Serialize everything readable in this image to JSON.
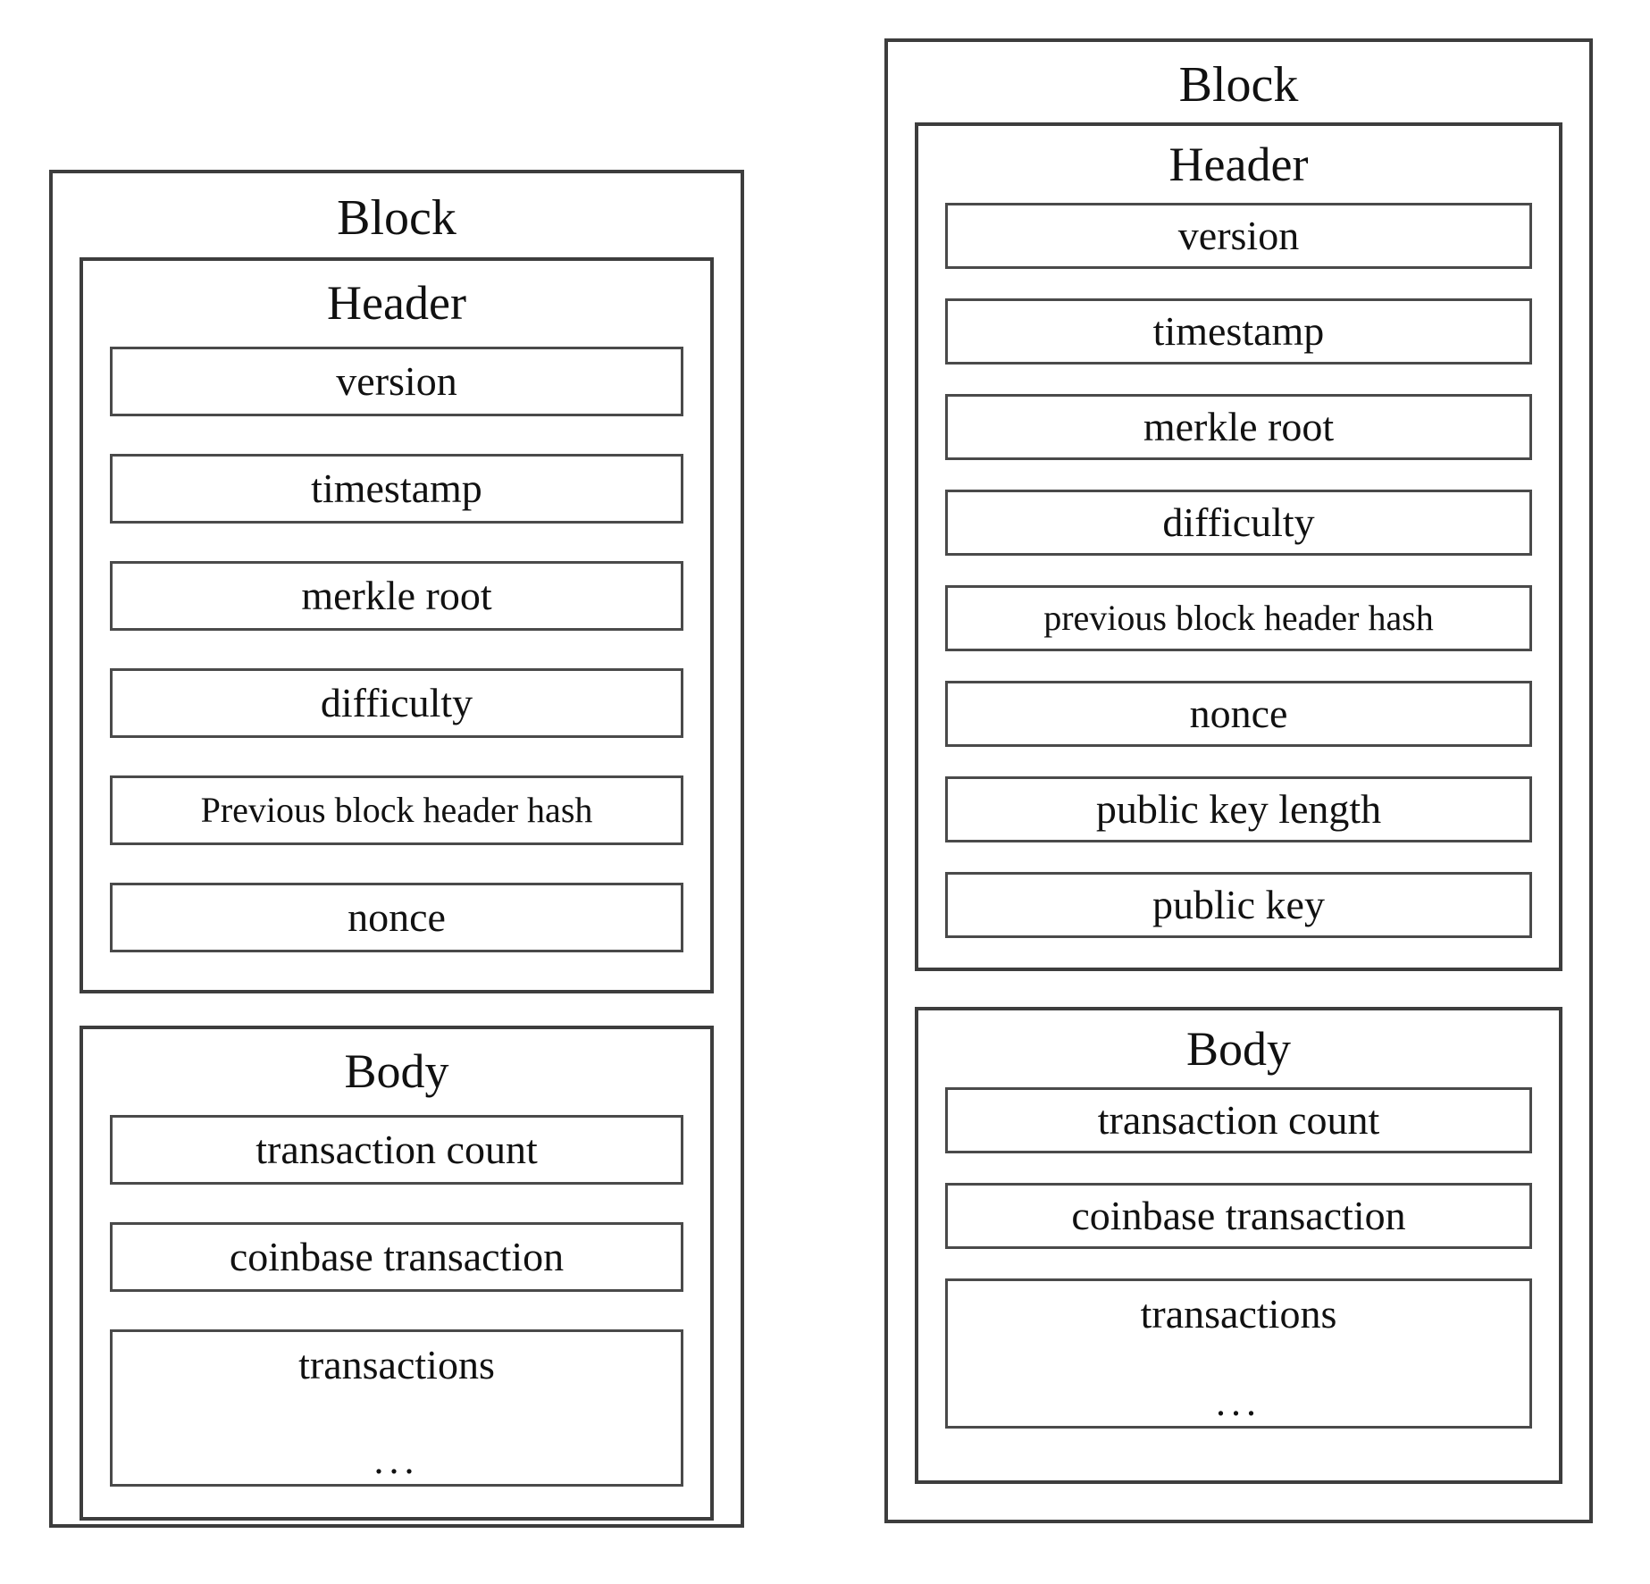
{
  "colors": {
    "background": "#ffffff",
    "border": "#3d3d3d",
    "text": "#111111"
  },
  "diagrams": [
    {
      "title": "Block",
      "header": {
        "title": "Header",
        "fields": [
          "version",
          "timestamp",
          "merkle root",
          "difficulty",
          "Previous block header hash",
          "nonce"
        ]
      },
      "body": {
        "title": "Body",
        "fields": [
          "transaction count",
          "coinbase transaction"
        ],
        "tall_field": {
          "label": "transactions",
          "ellipsis": "..."
        }
      }
    },
    {
      "title": "Block",
      "header": {
        "title": "Header",
        "fields": [
          "version",
          "timestamp",
          "merkle root",
          "difficulty",
          "previous block header hash",
          "nonce",
          "public key length",
          "public key"
        ]
      },
      "body": {
        "title": "Body",
        "fields": [
          "transaction count",
          "coinbase transaction"
        ],
        "tall_field": {
          "label": "transactions",
          "ellipsis": "..."
        }
      }
    }
  ]
}
